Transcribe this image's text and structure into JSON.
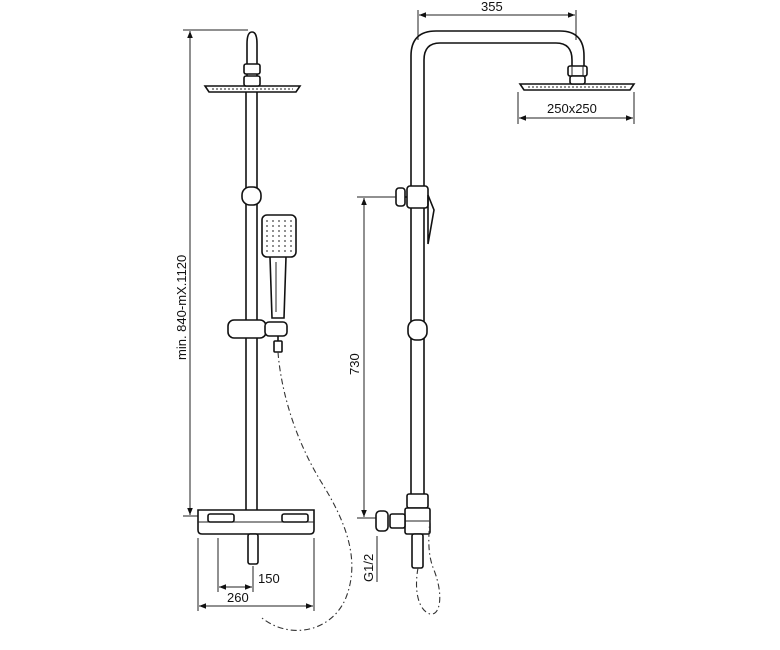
{
  "dimensions": {
    "top_width": "355",
    "head_size": "250x250",
    "height_range": "min. 840-mX.1120",
    "riser_height": "730",
    "inlet_thread": "G1/2",
    "outlet_spacing": "150",
    "mixer_width": "260"
  },
  "colors": {
    "line": "#111111",
    "background": "#ffffff"
  }
}
